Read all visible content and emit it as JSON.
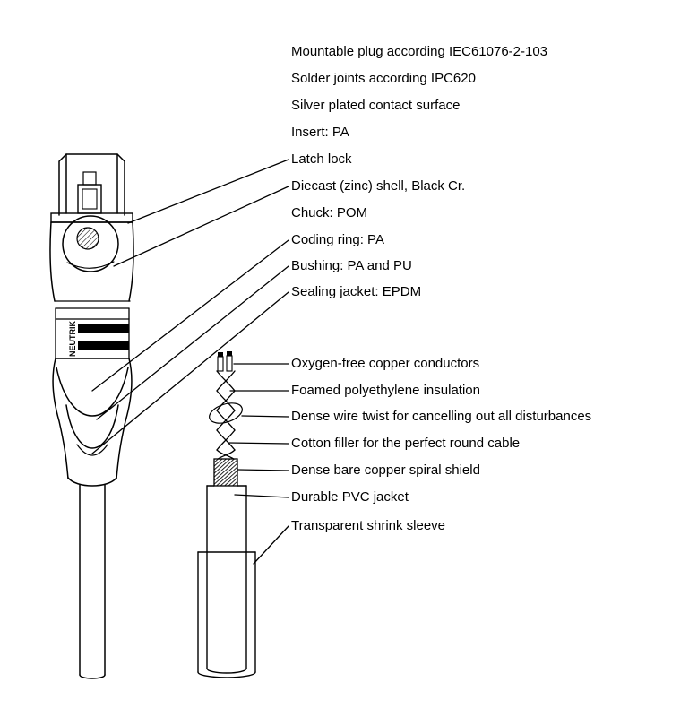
{
  "labels": {
    "mountable_plug": "Mountable plug according IEC61076-2-103",
    "solder_joints": "Solder joints according IPC620",
    "silver_plated": "Silver plated contact surface",
    "insert": "Insert: PA",
    "latch_lock": "Latch lock",
    "diecast_shell": "Diecast (zinc) shell, Black Cr.",
    "chuck": "Chuck: POM",
    "coding_ring": "Coding ring: PA",
    "bushing": "Bushing: PA and PU",
    "sealing_jacket": "Sealing jacket: EPDM",
    "conductors": "Oxygen-free copper conductors",
    "insulation": "Foamed polyethylene insulation",
    "wire_twist": "Dense wire twist for cancelling out all disturbances",
    "cotton_filler": "Cotton filler for the perfect round cable",
    "spiral_shield": "Dense bare copper spiral shield",
    "pvc_jacket": "Durable PVC jacket",
    "shrink_sleeve": "Transparent shrink sleeve"
  },
  "connector": {
    "brand": "NEUTRIK"
  },
  "colors": {
    "line": "#000000",
    "background": "#ffffff"
  }
}
